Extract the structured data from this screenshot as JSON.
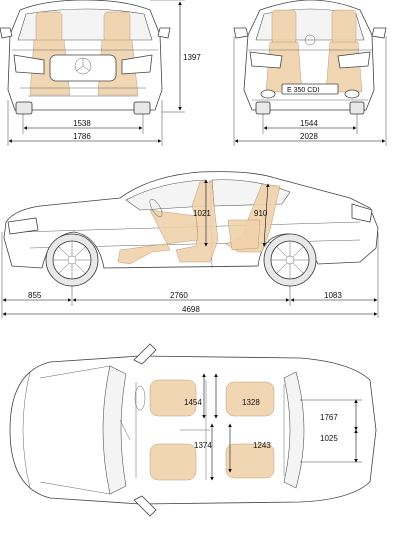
{
  "dimensions": {
    "front_height": "1397",
    "front_track": "1538",
    "front_width": "1786",
    "rear_track": "1544",
    "rear_width": "2028",
    "front_headroom": "1021",
    "rear_headroom": "910",
    "front_overhang": "855",
    "wheelbase": "2760",
    "rear_overhang": "1083",
    "overall_length": "4698",
    "front_shoulder": "1454",
    "rear_shoulder": "1328",
    "front_elbow": "1374",
    "rear_elbow": "1243",
    "rear_width_top": "1767",
    "rear_seat_width": "1025"
  },
  "rear_plate_text": "E 350 CDI"
}
